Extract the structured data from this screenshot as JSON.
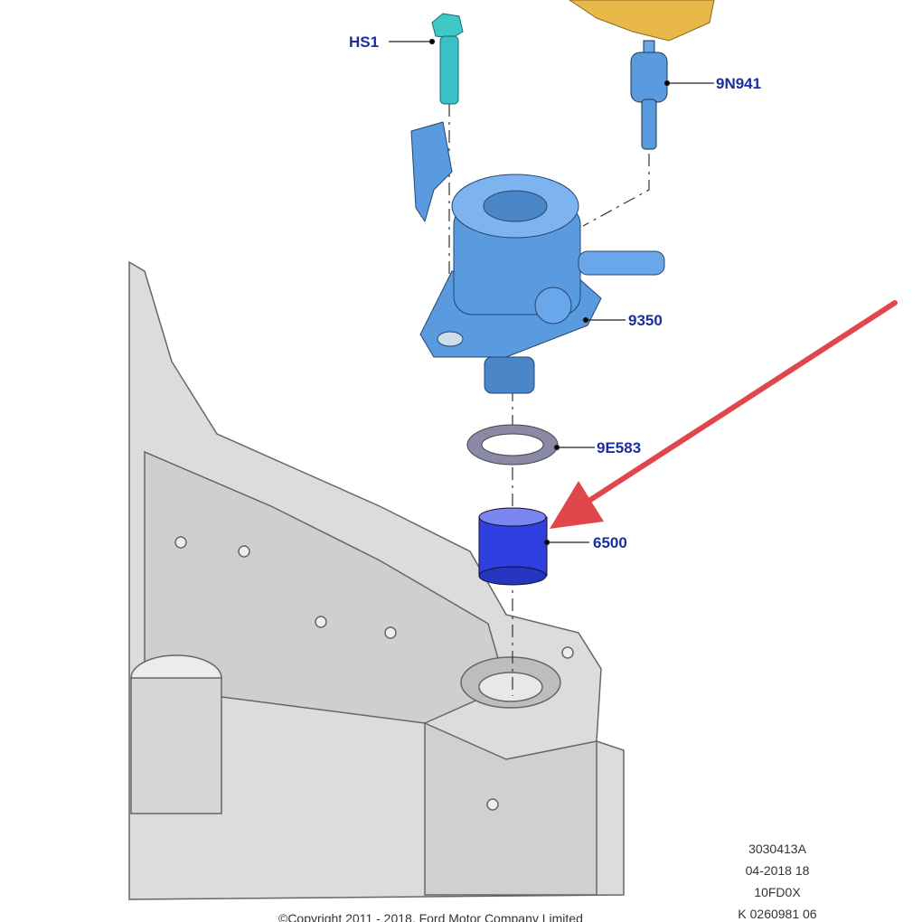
{
  "callouts": {
    "bolt": "HS1",
    "sensor": "9N941",
    "pump": "9350",
    "oring": "9E583",
    "tappet": "6500"
  },
  "stamp": [
    "3030413A",
    "04-2018 18",
    "10FD0X",
    "K 0260981 06"
  ],
  "copyright": "©Copyright 2011 - 2018, Ford Motor Company Limited",
  "colors": {
    "part": "#5a9be0",
    "label": "#1a2f9e",
    "arrow": "#e0474c",
    "engine": "#d8d8d8",
    "highlight": "#2f3fe0"
  }
}
